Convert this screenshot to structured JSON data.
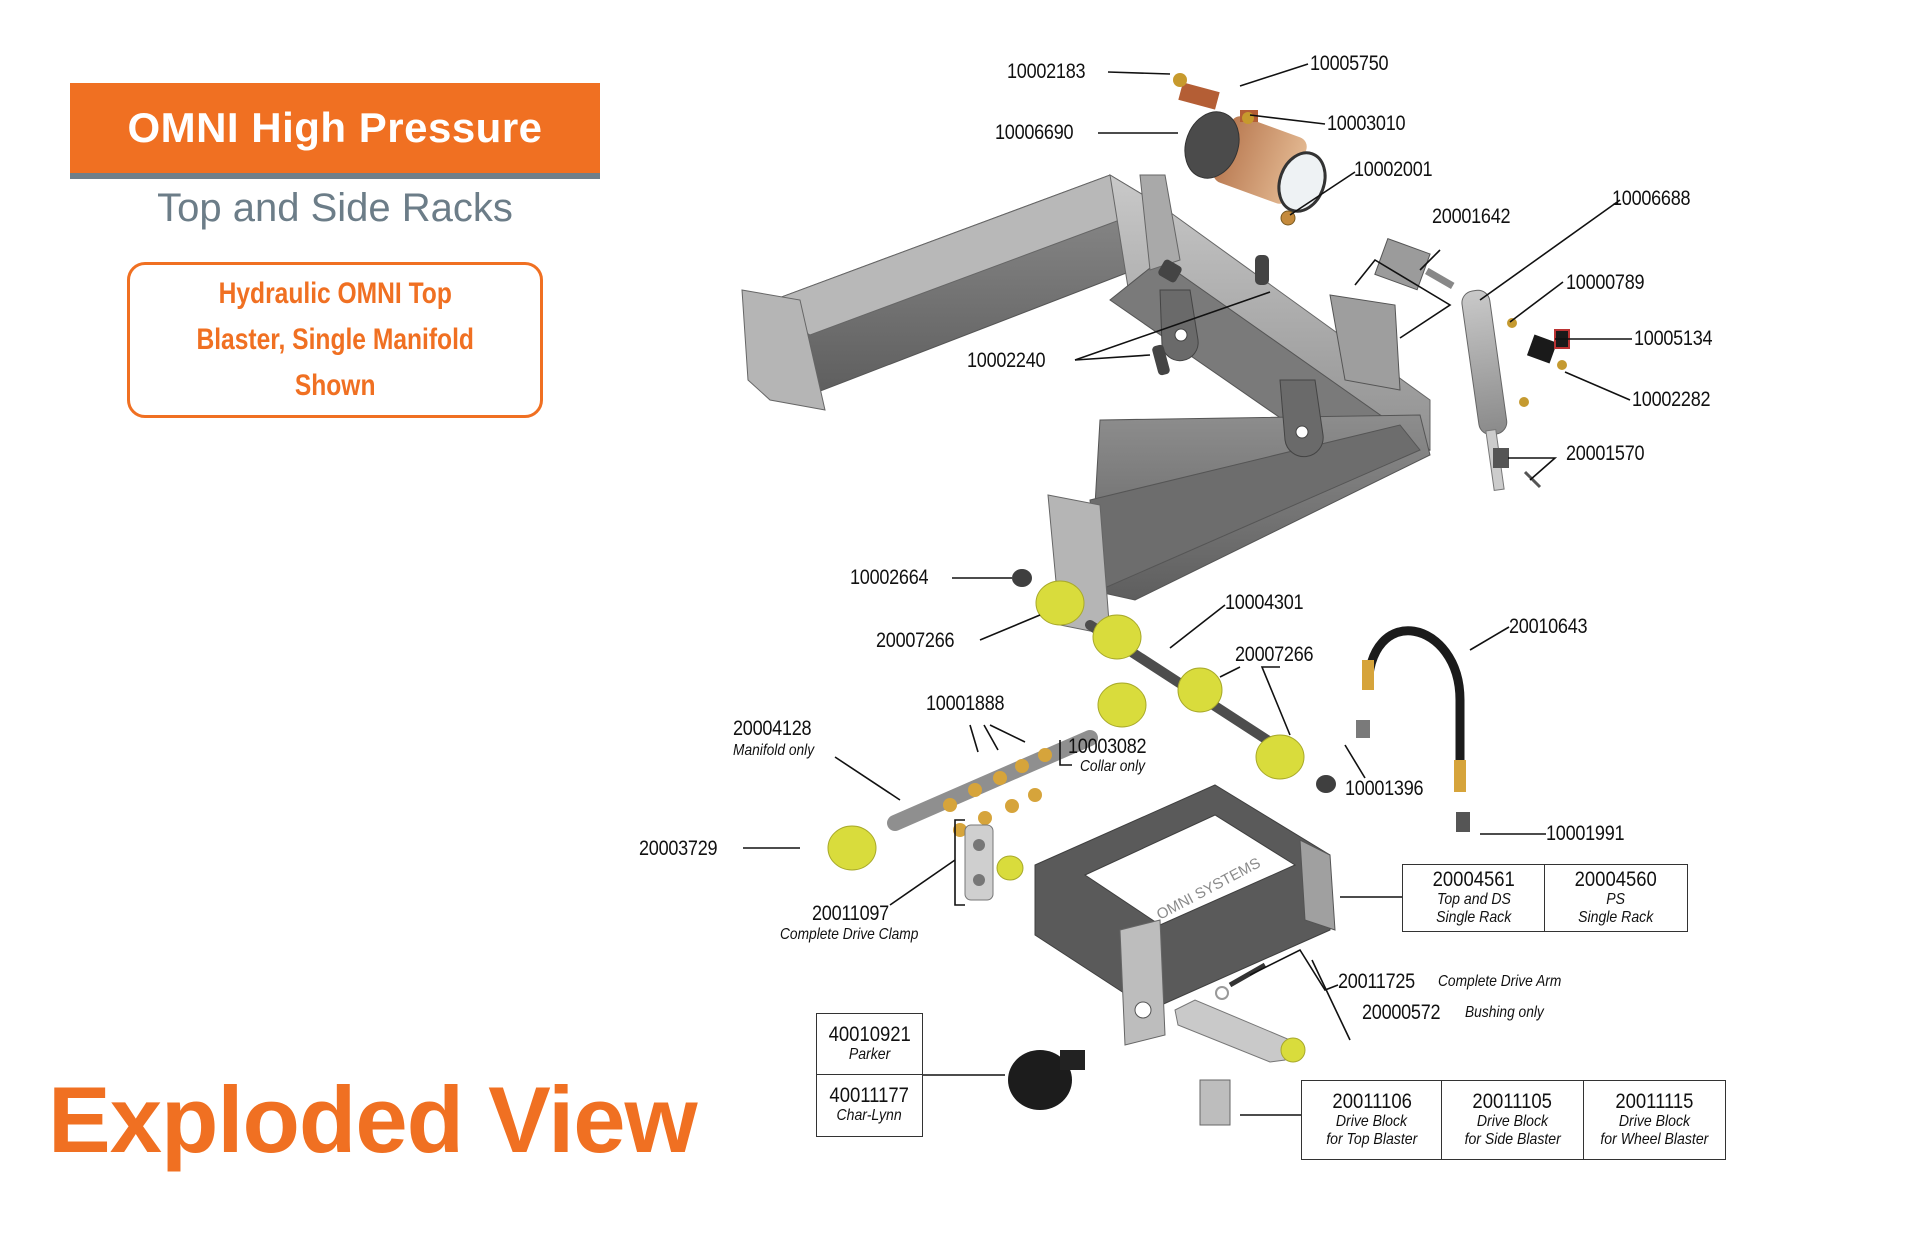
{
  "header": {
    "title": "OMNI High Pressure",
    "subtitle": "Top and Side Racks",
    "note_lines": [
      "Hydraulic OMNI Top",
      "Blaster, Single Manifold",
      "Shown"
    ]
  },
  "footer": {
    "title": "Exploded View"
  },
  "colors": {
    "brand_orange": "#f07022",
    "slate_gray": "#6f7f8a",
    "part_yellow": "#d9dc3c",
    "frame_gray": "#6a6a6a"
  },
  "frame_engraving": "OMNI SYSTEMS",
  "callouts": [
    {
      "id": "10002183"
    },
    {
      "id": "10005750"
    },
    {
      "id": "10006690"
    },
    {
      "id": "10003010"
    },
    {
      "id": "10002001"
    },
    {
      "id": "20001642"
    },
    {
      "id": "10006688"
    },
    {
      "id": "10000789"
    },
    {
      "id": "10005134"
    },
    {
      "id": "10002282"
    },
    {
      "id": "20001570"
    },
    {
      "id": "10002240"
    },
    {
      "id": "10002664"
    },
    {
      "id": "20007266"
    },
    {
      "id": "10004301"
    },
    {
      "id": "20007266"
    },
    {
      "id": "20010643"
    },
    {
      "id": "10001888"
    },
    {
      "id": "20004128",
      "note": "Manifold only"
    },
    {
      "id": "10003082",
      "note": "Collar only"
    },
    {
      "id": "10001396"
    },
    {
      "id": "10001991"
    },
    {
      "id": "20003729"
    },
    {
      "id": "20011097",
      "note": "Complete Drive Clamp"
    },
    {
      "id": "20011725",
      "note": "Complete Drive Arm"
    },
    {
      "id": "20000572",
      "note": "Bushing only"
    }
  ],
  "rack_table": [
    {
      "id": "20004561",
      "lines": [
        "Top and DS",
        "Single Rack"
      ]
    },
    {
      "id": "20004560",
      "lines": [
        "PS",
        "Single Rack"
      ]
    }
  ],
  "motor_table": [
    {
      "id": "40010921",
      "lines": [
        "Parker"
      ]
    },
    {
      "id": "40011177",
      "lines": [
        "Char-Lynn"
      ]
    }
  ],
  "drive_block_table": [
    {
      "id": "20011106",
      "lines": [
        "Drive Block",
        "for Top Blaster"
      ]
    },
    {
      "id": "20011105",
      "lines": [
        "Drive Block",
        "for Side Blaster"
      ]
    },
    {
      "id": "20011115",
      "lines": [
        "Drive Block",
        "for Wheel Blaster"
      ]
    }
  ]
}
